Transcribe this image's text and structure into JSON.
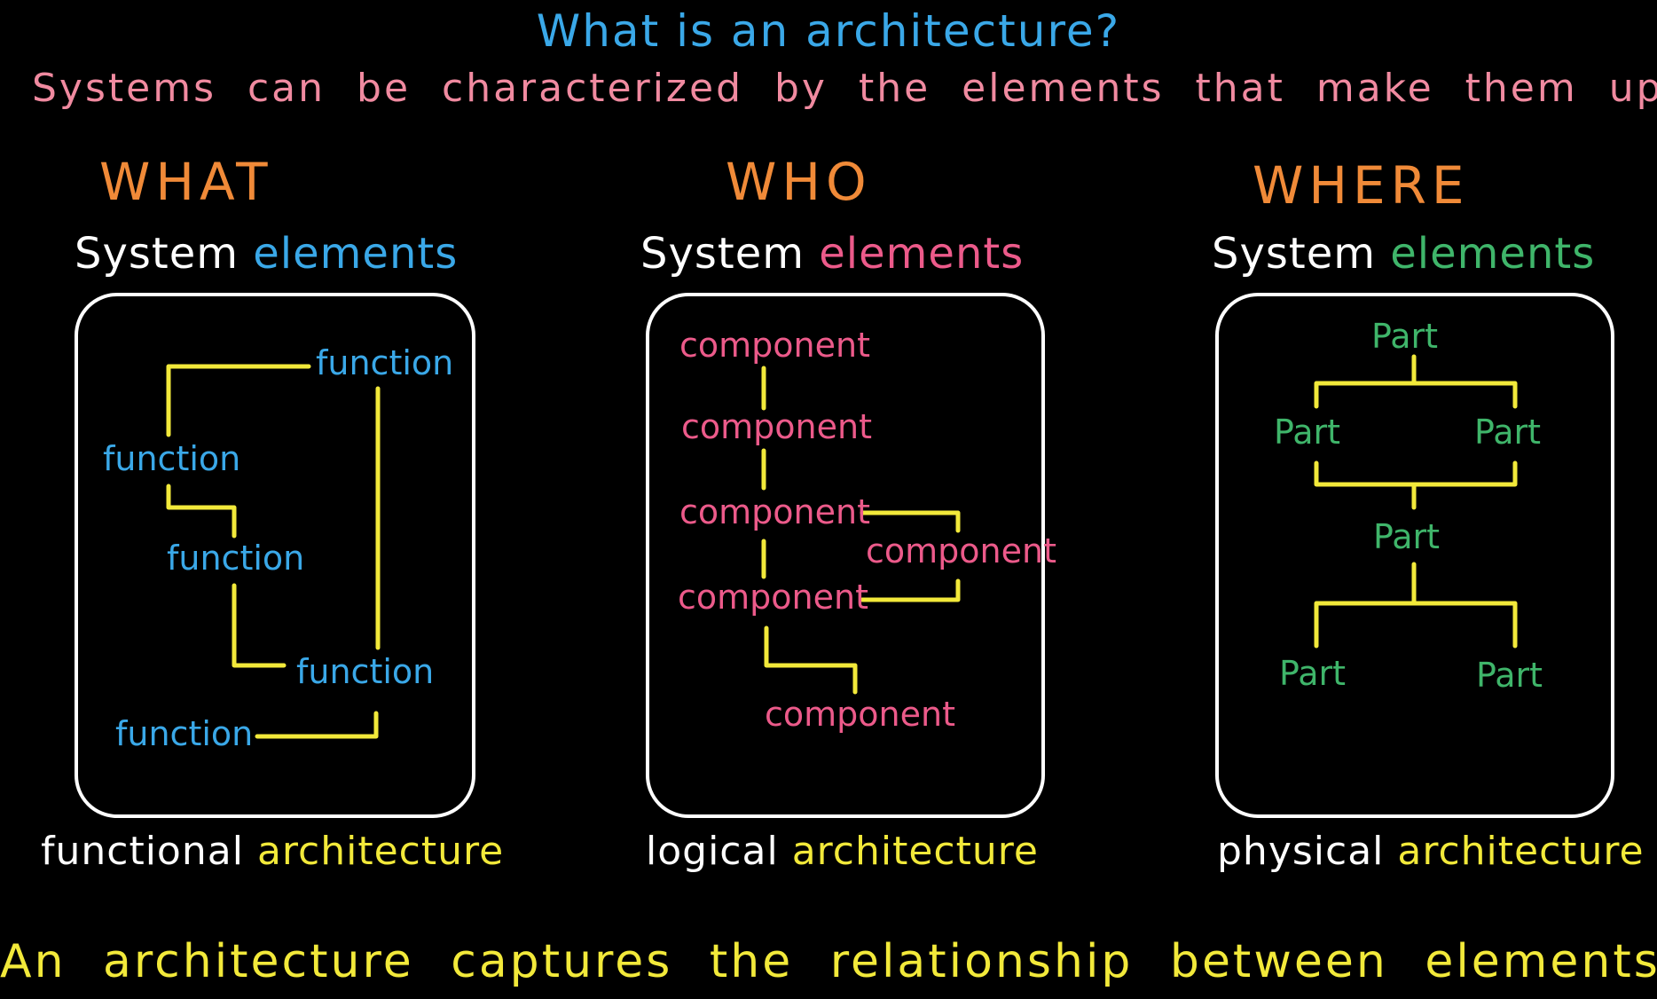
{
  "title": "What is an architecture?",
  "subtitle": "Systems can be characterized by the elements that make them up",
  "columns": [
    {
      "heading": "WHAT",
      "system_label": "System",
      "elements_label": "elements",
      "elements_color": "#3aa8e8",
      "items": [
        "function",
        "function",
        "function",
        "function",
        "function"
      ],
      "arch_prefix": "functional",
      "arch_suffix": "architecture"
    },
    {
      "heading": "WHO",
      "system_label": "System",
      "elements_label": "elements",
      "elements_color": "#ec5a8a",
      "items": [
        "component",
        "component",
        "component",
        "component",
        "component",
        "component"
      ],
      "arch_prefix": "logical",
      "arch_suffix": "architecture"
    },
    {
      "heading": "WHERE",
      "system_label": "System",
      "elements_label": "elements",
      "elements_color": "#3fb56a",
      "items": [
        "Part",
        "Part",
        "Part",
        "Part",
        "Part",
        "Part"
      ],
      "arch_prefix": "physical",
      "arch_suffix": "architecture"
    }
  ],
  "footer": "An architecture captures the relationship between elements",
  "colors": {
    "background": "#000000",
    "title": "#3aa8e8",
    "subtitle": "#f08aa0",
    "heading": "#f08a38",
    "connector": "#f2e93a",
    "box": "#ffffff"
  }
}
